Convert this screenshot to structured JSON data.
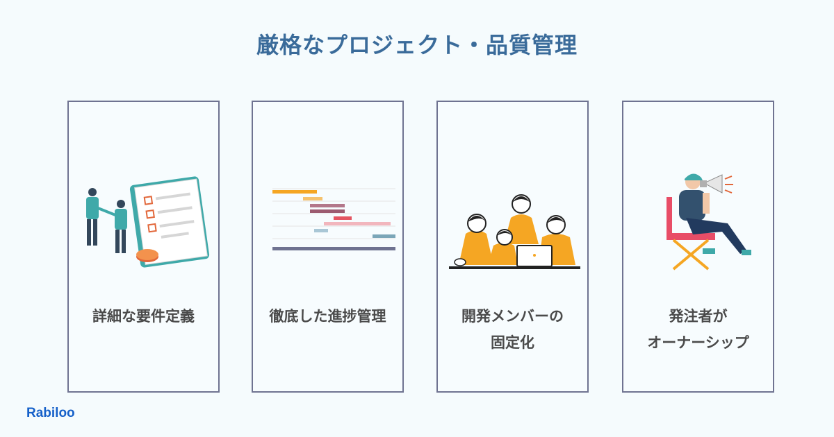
{
  "title": "厳格なプロジェクト・品質管理",
  "cards": [
    {
      "label": "詳細な要件定義",
      "illustration": "requirements-checklist-illustration"
    },
    {
      "label": "徹底した進捗管理",
      "illustration": "gantt-chart-illustration"
    },
    {
      "label": "開発メンバーの\n固定化",
      "illustration": "team-at-laptop-illustration"
    },
    {
      "label": "発注者が\nオーナーシップ",
      "illustration": "director-megaphone-illustration"
    }
  ],
  "brand": {
    "logo": "Rabiloo"
  },
  "colors": {
    "title": "#3a6b9a",
    "card_border": "#6f7391",
    "label": "#4a4a4a",
    "accent_orange": "#f5a623",
    "accent_teal": "#3fa9a9",
    "logo": "#1560c9"
  }
}
